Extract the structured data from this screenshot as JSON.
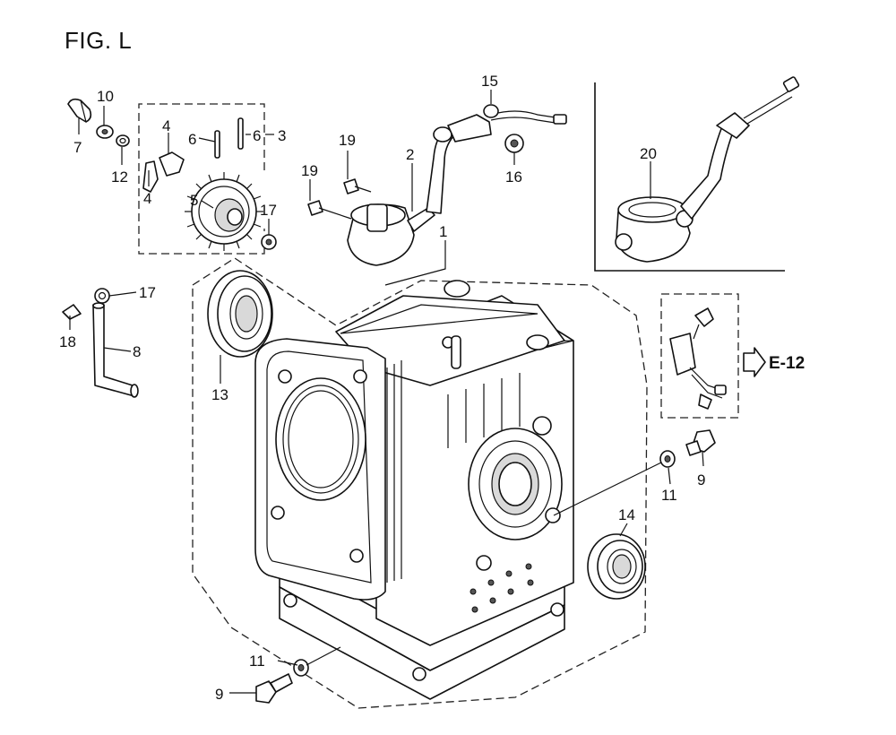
{
  "figure": {
    "title": "FIG. L"
  },
  "reference": {
    "label": "E-12"
  },
  "callouts": [
    {
      "id": "c10a",
      "text": "10"
    },
    {
      "id": "c7",
      "text": "7"
    },
    {
      "id": "c12",
      "text": "12"
    },
    {
      "id": "c4a",
      "text": "4"
    },
    {
      "id": "c4b",
      "text": "4"
    },
    {
      "id": "c6a",
      "text": "6"
    },
    {
      "id": "c6b",
      "text": "6"
    },
    {
      "id": "c3",
      "text": "3"
    },
    {
      "id": "c5",
      "text": "5"
    },
    {
      "id": "c17a",
      "text": "17"
    },
    {
      "id": "c19a",
      "text": "19"
    },
    {
      "id": "c19b",
      "text": "19"
    },
    {
      "id": "c2",
      "text": "2"
    },
    {
      "id": "c15",
      "text": "15"
    },
    {
      "id": "c16",
      "text": "16"
    },
    {
      "id": "c20",
      "text": "20"
    },
    {
      "id": "c1",
      "text": "1"
    },
    {
      "id": "c17b",
      "text": "17"
    },
    {
      "id": "c18",
      "text": "18"
    },
    {
      "id": "c8",
      "text": "8"
    },
    {
      "id": "c13",
      "text": "13"
    },
    {
      "id": "c11a",
      "text": "11"
    },
    {
      "id": "c9a",
      "text": "9"
    },
    {
      "id": "c14",
      "text": "14"
    },
    {
      "id": "c11b",
      "text": "11"
    },
    {
      "id": "c9b",
      "text": "9"
    }
  ]
}
